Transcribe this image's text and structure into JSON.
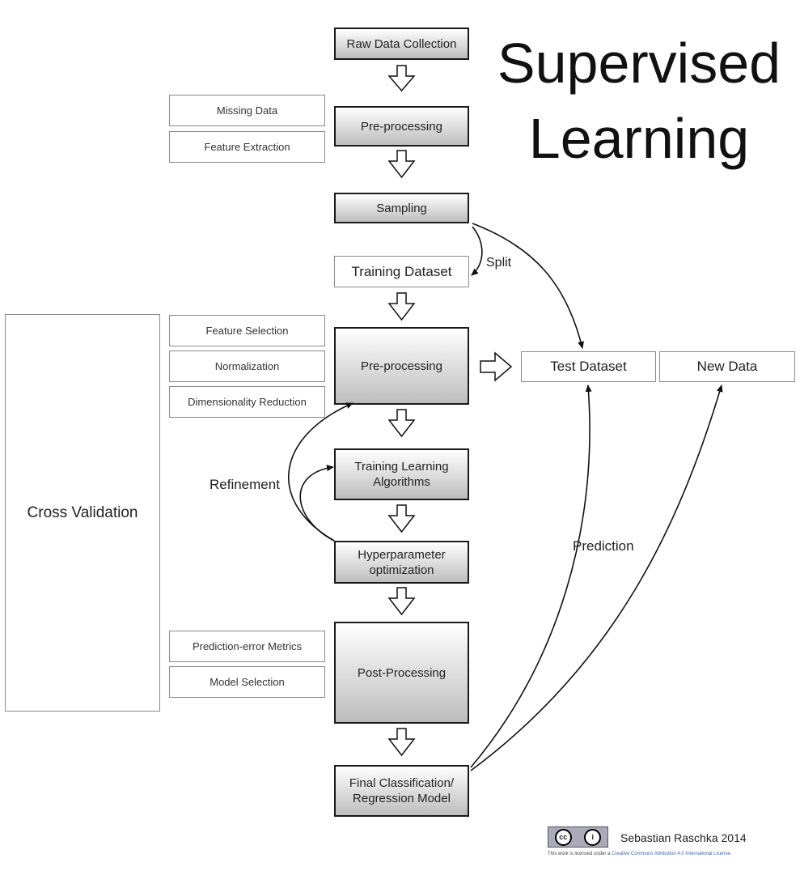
{
  "title": {
    "line1": "Supervised",
    "line2": "Learning"
  },
  "main_flow": {
    "raw_data": "Raw Data Collection",
    "preprocessing_1": "Pre-processing",
    "sampling": "Sampling",
    "training_dataset": "Training Dataset",
    "preprocessing_2": "Pre-processing",
    "training_algorithms": "Training Learning\nAlgorithms",
    "hyperparameter": "Hyperparameter\noptimization",
    "post_processing": "Post-Processing",
    "final_model": "Final Classification/\nRegression Model"
  },
  "side_boxes": {
    "missing_data": "Missing Data",
    "feature_extraction": "Feature Extraction",
    "feature_selection": "Feature Selection",
    "normalization": "Normalization",
    "dimensionality_reduction": "Dimensionality Reduction",
    "prediction_error_metrics": "Prediction-error Metrics",
    "model_selection": "Model Selection"
  },
  "cross_validation": "Cross Validation",
  "test_dataset": "Test Dataset",
  "new_data": "New Data",
  "labels": {
    "split": "Split",
    "refinement": "Refinement",
    "prediction": "Prediction"
  },
  "footer": {
    "author": "Sebastian Raschka 2014",
    "cc_icon": "cc-icon",
    "by_icon": "attribution-icon",
    "license_prefix": "This work is licensed under a ",
    "license_link": "Creative Commons Attribution 4.0 International License",
    "license_suffix": "."
  }
}
